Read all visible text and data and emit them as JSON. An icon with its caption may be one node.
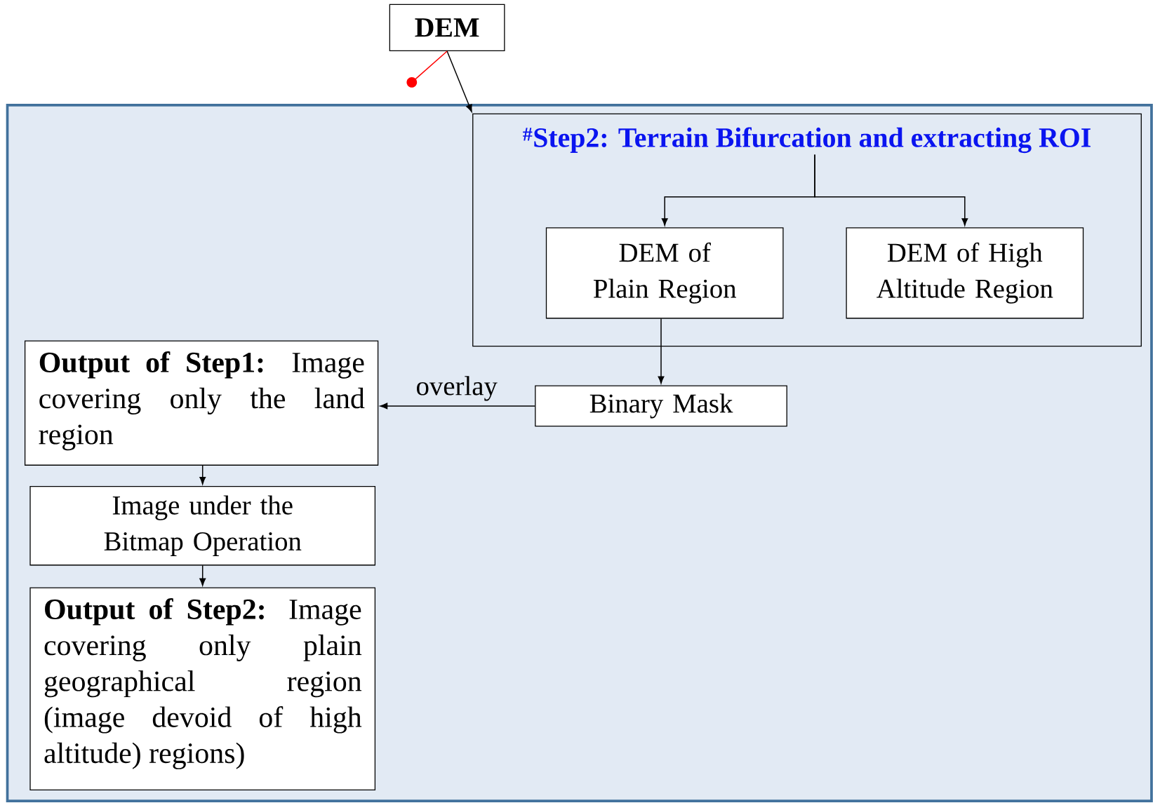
{
  "diagram": {
    "nodes": [
      {
        "text": [
          "DEM"
        ]
      },
      {
        "text": [],
        "shape": "box"
      },
      {
        "text": [
          "$^{#}$Step2: Terrain Bifurcation and extracting ROI"
        ],
        "in": 1
      },
      {
        "text": [
          "DEM of Plain Region"
        ],
        "in": 2
      },
      {
        "text": [
          "DEM of High Altitude Region"
        ],
        "in": 2
      },
      {
        "text": [
          "Binary Mask"
        ],
        "in": 1
      },
      {
        "text": [
          "**Output of Step1:** Image covering only the land region"
        ],
        "in": 1
      },
      {
        "text": [
          "Image under the Bitmap Operation"
        ],
        "in": 1
      },
      {
        "text": [
          "**Output of Step2:** Image covering only plain geographical region (image devoid of high altitude) regions)"
        ],
        "in": 1
      }
    ],
    "edges": [
      {
        "from": 0,
        "to": 2,
        "arrow": "to"
      },
      {
        "from": 0,
        "to": null,
        "arrow": "other",
        "color": "#ff0000"
      },
      {
        "from": 2,
        "to": 3,
        "arrow": "to"
      },
      {
        "from": 2,
        "to": 4,
        "arrow": "to"
      },
      {
        "from": 3,
        "to": 5,
        "arrow": "to"
      },
      {
        "from": 5,
        "to": 6,
        "arrow": "to",
        "label": "overlay"
      },
      {
        "from": 6,
        "to": 7,
        "arrow": "to"
      },
      {
        "from": 7,
        "to": 8,
        "arrow": "to"
      }
    ]
  }
}
